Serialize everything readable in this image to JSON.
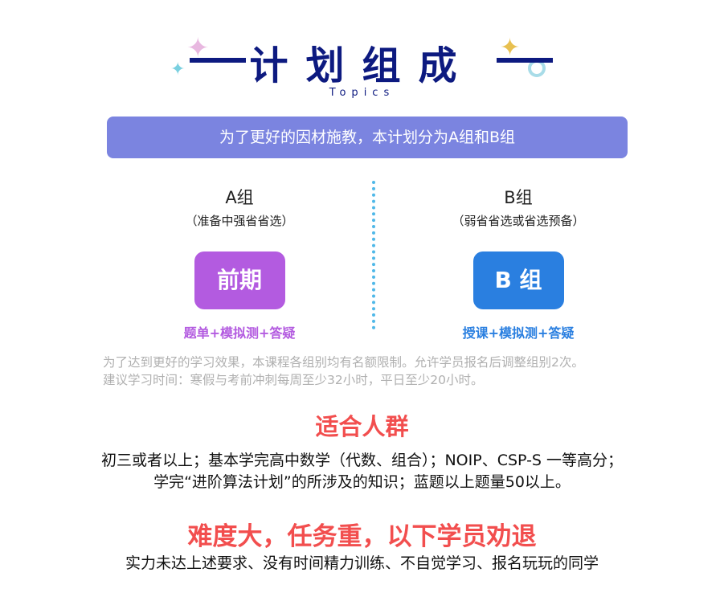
{
  "header": {
    "title": "计划组成",
    "subtitle": "Topics"
  },
  "banner": "为了更好的因材施教，本计划分为A组和B组",
  "groups": [
    {
      "name": "A组",
      "desc": "（准备中强省省选）",
      "button": "前期",
      "content": "题单+模拟测+答疑",
      "color": "#b35be0"
    },
    {
      "name": "B组",
      "desc": "（弱省省选或省选预备）",
      "button": "B 组",
      "content": "授课+模拟测+答疑",
      "color": "#2a7fe0"
    }
  ],
  "note": [
    "为了达到更好的学习效果，本课程各组别均有名额限制。允许学员报名后调整组别2次。",
    "建议学习时间：寒假与考前冲刺每周至少32小时，平日至少20小时。"
  ],
  "audience": {
    "title": "适合人群",
    "lines": [
      "初三或者以上；基本学完高中数学（代数、组合）；NOIP、CSP-S 一等高分；",
      "学完“进阶算法计划”的所涉及的知识；蓝题以上题量50以上。"
    ]
  },
  "warning": {
    "title": "难度大，任务重，以下学员劝退",
    "line": "实力未达上述要求、没有时间精力训练、不自觉学习、报名玩玩的同学"
  }
}
